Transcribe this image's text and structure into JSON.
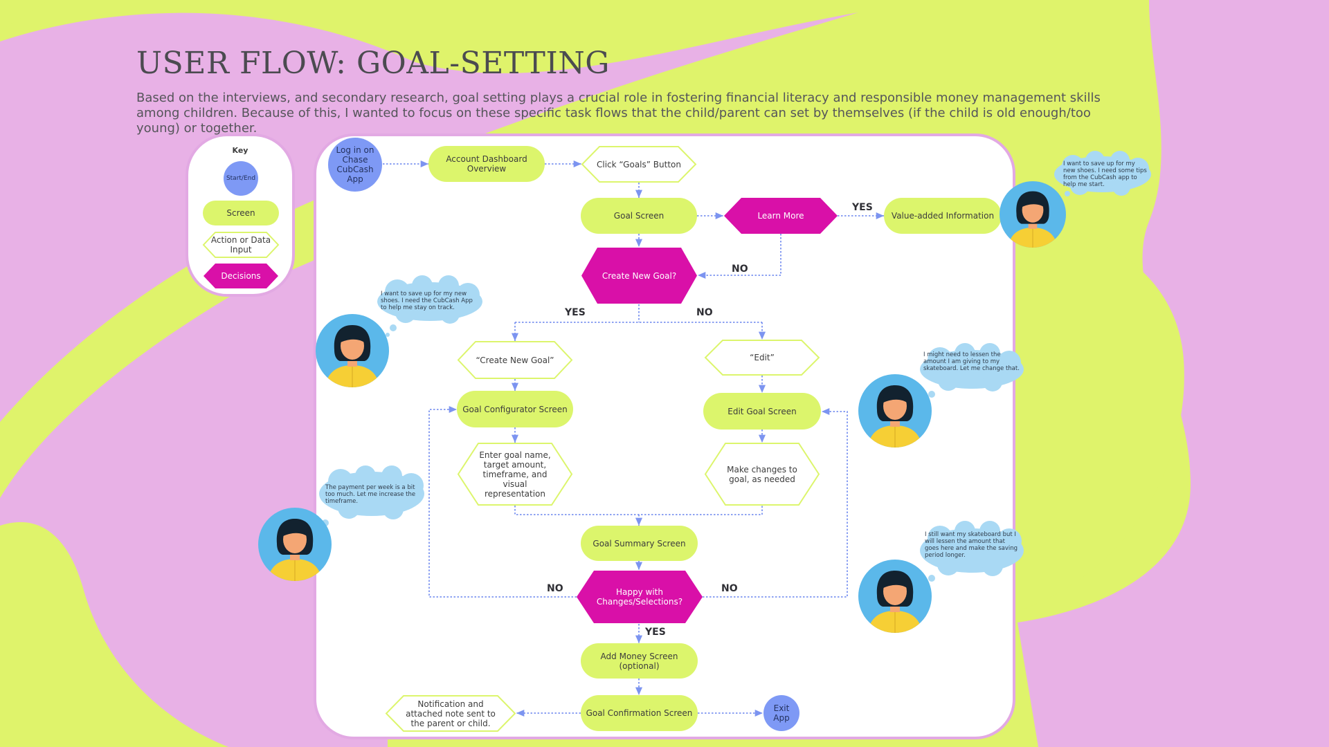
{
  "title": "USER FLOW: GOAL-SETTING",
  "intro": "Based on the interviews, and secondary research, goal setting plays a crucial role in fostering financial literacy and responsible money management skills among children. Because of this, I wanted to focus on these specific task flows that the child/parent can set by themselves (if the child is old enough/too young) or together.",
  "colors": {
    "background_lime": "#dff36b",
    "background_pink": "#e8b1e6",
    "screen": "#dcf56c",
    "decision": "#d910a8",
    "start_end": "#7e99f5",
    "connector": "#7c94f0",
    "bubble": "#a9d9f4"
  },
  "key": {
    "title": "Key",
    "start_end": "Start/End",
    "screen": "Screen",
    "action": "Action or Data Input",
    "decision": "Decisions"
  },
  "nodes": {
    "login": "Log in on Chase CubCash App",
    "dashboard": "Account Dashboard Overview",
    "click_goals": "Click “Goals” Button",
    "goal_screen": "Goal Screen",
    "learn_more": "Learn More",
    "value_added": "Value-added Information",
    "create_new_goal_q": "Create New Goal?",
    "create_new_goal": "“Create New Goal”",
    "edit": "“Edit”",
    "goal_configurator": "Goal Configurator Screen",
    "edit_goal_screen": "Edit Goal Screen",
    "enter_goal": "Enter goal name, target amount, timeframe, and visual representation",
    "make_changes": "Make changes to goal, as needed",
    "goal_summary": "Goal Summary Screen",
    "happy_q": "Happy with Changes/Selections?",
    "add_money": "Add Money Screen (optional)",
    "goal_confirmation": "Goal Confirmation Screen",
    "notification": "Notification and attached note sent to the parent or child.",
    "exit_app": "Exit App"
  },
  "edge_labels": {
    "learn_yes": "YES",
    "learn_no": "NO",
    "create_yes": "YES",
    "create_no": "NO",
    "happy_no_left": "NO",
    "happy_no_right": "NO",
    "happy_yes": "YES"
  },
  "bubbles": {
    "top_right": "I want to save up for my new shoes. I need some tips from the CubCash app to help me start.",
    "left_upper": "I want to save up for my new shoes. I need the CubCash App to help me stay on track.",
    "right_middle": "I might need to lessen the amount I am giving to my skateboard. Let me change that.",
    "left_lower": "The payment per week is a bit too much. Let me increase the timeframe.",
    "right_lower": "I still want my skateboard but I will lessen the amount that goes here and make the saving period longer."
  },
  "avatar_icon": "child-persona-avatar"
}
